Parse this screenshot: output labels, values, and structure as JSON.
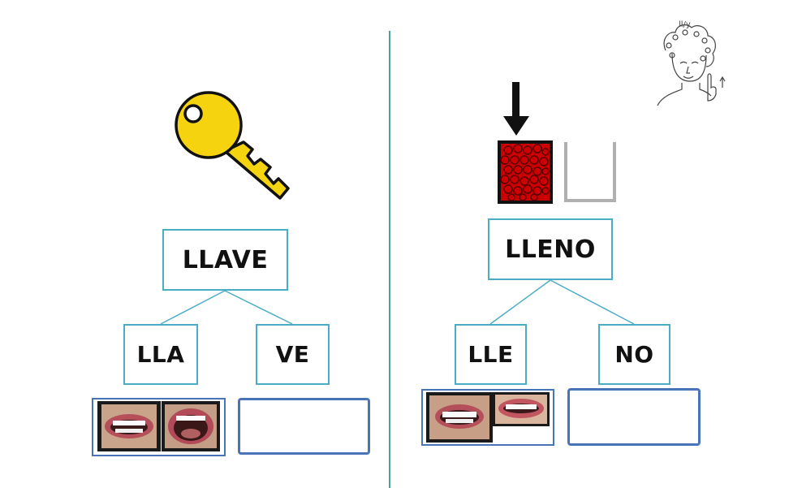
{
  "left": {
    "word": "LLAVE",
    "syllables": [
      "LLA",
      "VE"
    ]
  },
  "right": {
    "word": "LLENO",
    "syllables": [
      "LLE",
      "NO"
    ]
  },
  "gesture_label": "ll/y",
  "colors": {
    "word_box_border": "#4bacc6",
    "mouth_box_border": "#4a74b8",
    "divider": "#4aa39a",
    "key_fill": "#f5d40f",
    "container_fill": "#cc0000"
  },
  "icons": {
    "left": "key-icon",
    "right": "full-container-icon",
    "gesture": "sign-gesture-icon"
  }
}
